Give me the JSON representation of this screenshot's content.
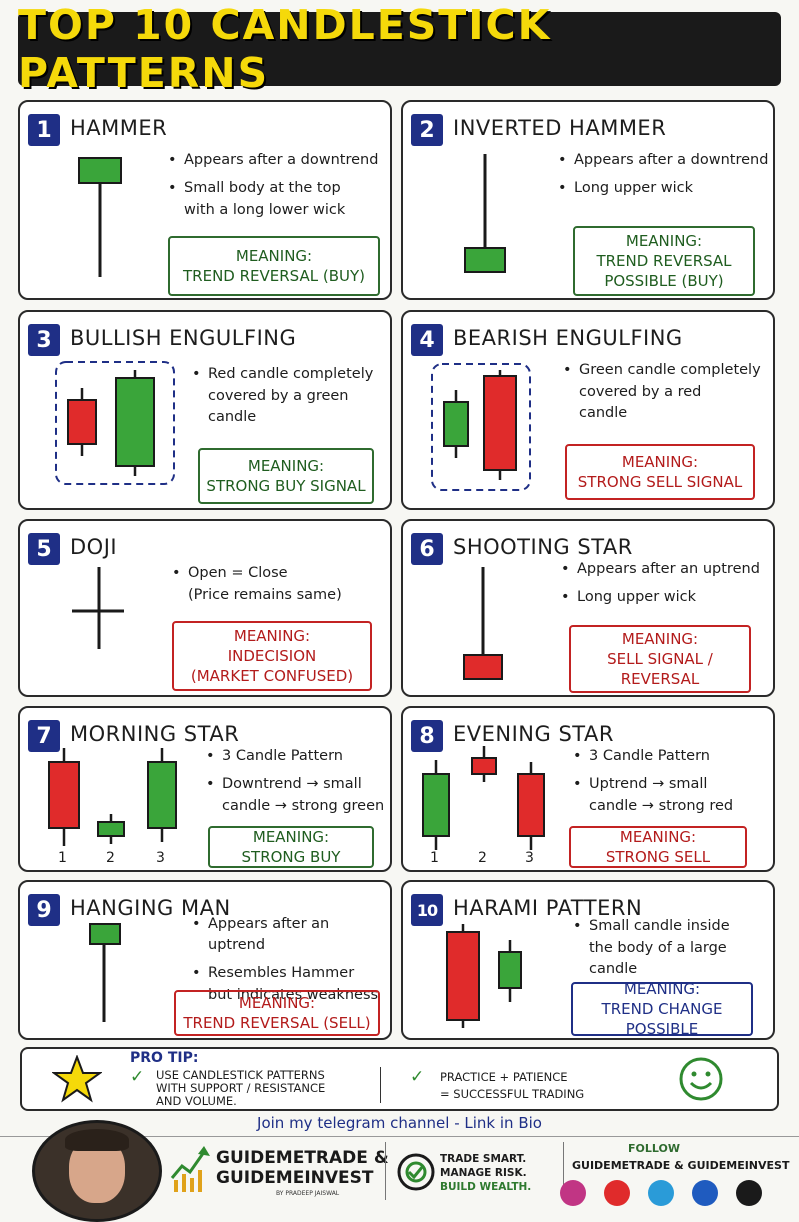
{
  "header": {
    "title": "TOP 10 CANDLESTICK PATTERNS"
  },
  "colors": {
    "green": "#3aa53a",
    "red": "#e02b2b",
    "navy": "#1f2f86",
    "yellow": "#f5d90a"
  },
  "patterns": [
    {
      "num": "1",
      "title": "HAMMER",
      "bullets": [
        "Appears after a downtrend",
        "Small body at the top"
      ],
      "bullet_cont": "with a long lower wick",
      "meaning": [
        "MEANING:",
        "TREND REVERSAL (BUY)"
      ]
    },
    {
      "num": "2",
      "title": "INVERTED HAMMER",
      "bullets": [
        "Appears after a downtrend",
        "Long upper wick"
      ],
      "meaning": [
        "MEANING:",
        "TREND REVERSAL",
        "POSSIBLE (BUY)"
      ]
    },
    {
      "num": "3",
      "title": "BULLISH ENGULFING",
      "bullets": [
        "Red candle completely"
      ],
      "bullet_cont": [
        "covered by a green",
        "candle"
      ],
      "meaning": [
        "MEANING:",
        "STRONG BUY SIGNAL"
      ]
    },
    {
      "num": "4",
      "title": "BEARISH ENGULFING",
      "bullets": [
        "Green candle completely"
      ],
      "bullet_cont": [
        "covered by a red",
        "candle"
      ],
      "meaning": [
        "MEANING:",
        "STRONG SELL SIGNAL"
      ]
    },
    {
      "num": "5",
      "title": "DOJI",
      "bullets": [
        "Open = Close"
      ],
      "bullet_cont": "(Price remains same)",
      "meaning": [
        "MEANING:",
        "INDECISION",
        "(MARKET CONFUSED)"
      ]
    },
    {
      "num": "6",
      "title": "SHOOTING STAR",
      "bullets": [
        "Appears after an uptrend",
        "Long upper wick"
      ],
      "meaning": [
        "MEANING:",
        "SELL SIGNAL /",
        "REVERSAL"
      ]
    },
    {
      "num": "7",
      "title": "MORNING STAR",
      "bullets": [
        "3 Candle Pattern",
        "Downtrend → small"
      ],
      "bullet_cont": "candle → strong green",
      "meaning": [
        "MEANING:",
        "STRONG BUY"
      ],
      "labels": [
        "1",
        "2",
        "3"
      ]
    },
    {
      "num": "8",
      "title": "EVENING STAR",
      "bullets": [
        "3 Candle Pattern",
        "Uptrend → small"
      ],
      "bullet_cont": "candle → strong red",
      "meaning": [
        "MEANING:",
        "STRONG SELL"
      ],
      "labels": [
        "1",
        "2",
        "3"
      ]
    },
    {
      "num": "9",
      "title": "HANGING MAN",
      "bullets": [
        "Appears after an uptrend",
        "Resembles Hammer"
      ],
      "bullet_cont": "but indicates weakness",
      "meaning": [
        "MEANING:",
        "TREND REVERSAL (SELL)"
      ]
    },
    {
      "num": "10",
      "title": "HARAMI PATTERN",
      "bullets": [
        "Small candle inside"
      ],
      "bullet_cont": [
        "the body of a large",
        "candle"
      ],
      "meaning": [
        "MEANING:",
        "TREND CHANGE",
        "POSSIBLE"
      ]
    }
  ],
  "pro_tip": {
    "label": "PRO TIP:",
    "tip1": [
      "USE CANDLESTICK PATTERNS",
      "WITH SUPPORT / RESISTANCE",
      "AND VOLUME."
    ],
    "tip2": [
      "PRACTICE + PATIENCE",
      "= SUCCESSFUL TRADING"
    ],
    "icons": [
      "star-icon",
      "check-icon",
      "smiley-icon"
    ]
  },
  "join_text": "Join my telegram channel - Link in Bio",
  "footer": {
    "brand": [
      "GUIDEMETRADE &",
      "GUIDEMEINVEST"
    ],
    "byline": "BY PRADEEP JAISWAL",
    "slogan": [
      "TRADE SMART.",
      "MANAGE RISK.",
      "BUILD WEALTH."
    ],
    "follow": [
      "FOLLOW",
      "GUIDEMETRADE & GUIDEMEINVEST"
    ],
    "social_icons": [
      "instagram-icon",
      "youtube-icon",
      "telegram-icon",
      "facebook-icon",
      "threads-icon"
    ]
  }
}
